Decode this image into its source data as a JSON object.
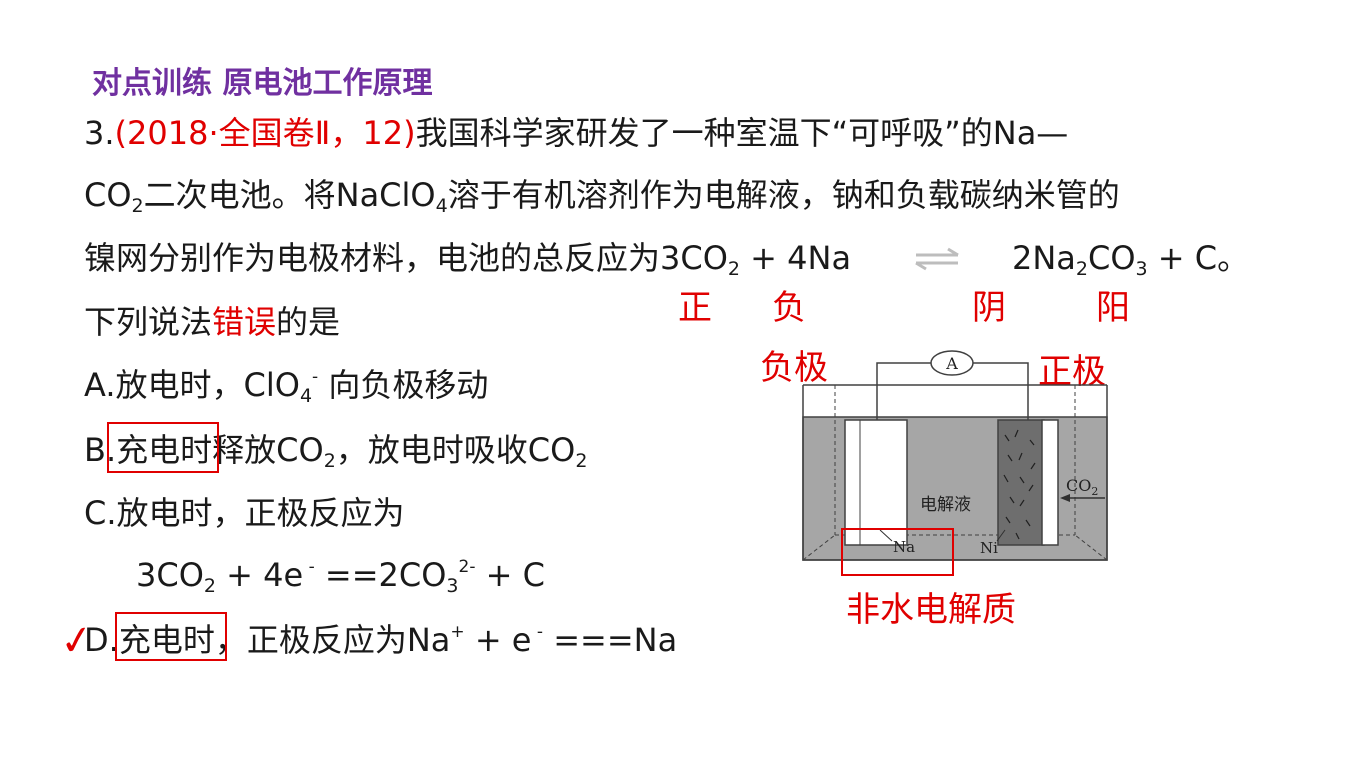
{
  "header": {
    "title": "对点训练    原电池工作原理"
  },
  "question": {
    "number": "3.",
    "source": "(2018·全国卷Ⅱ，12)",
    "stem_l1": "我国科学家研发了一种室温下“可呼吸”的Na—",
    "stem_l2_a": "CO",
    "stem_l2_sub": "2",
    "stem_l2_b": "二次电池。将NaClO",
    "stem_l2_sub2": "4",
    "stem_l2_c": "溶于有机溶剂作为电解液，钠和负载碳纳米管的",
    "stem_l3_a": "镍网分别作为电极材料，电池的总反应为3CO",
    "stem_l3_sub": "2",
    "stem_l3_b": " + 4Na",
    "stem_l3_c": "2Na",
    "stem_l3_sub2": "2",
    "stem_l3_d": "CO",
    "stem_l3_sub3": "3",
    "stem_l3_e": " + C。",
    "stem_l4_a": "下列说法",
    "stem_l4_emph": "错误",
    "stem_l4_b": "的是"
  },
  "options": {
    "a_pre": "A.放电时，ClO",
    "a_sub": "4",
    "a_sup": "-",
    "a_post": " 向负极移动",
    "b_pre": "B.",
    "b_box": "充电时",
    "b_mid": "释放CO",
    "b_sub": "2",
    "b_mid2": "，放电时吸收CO",
    "b_sub2": "2",
    "c_line": "C.放电时，正极反应为",
    "c_eq_a": "3CO",
    "c_eq_sub": "2",
    "c_eq_b": " + 4e",
    "c_eq_sup": " -",
    "c_eq_c": " ==2CO",
    "c_eq_sub2": "3",
    "c_eq_sup2": "2-",
    "c_eq_d": "  + C",
    "d_pre": "D.",
    "d_box": "充电时",
    "d_post": "，正极反应为Na",
    "d_sup": "+",
    "d_post2": " + e",
    "d_sup2": " -",
    "d_post3": " ===Na"
  },
  "annotations": {
    "zheng": "正",
    "fu": "负",
    "yin": "阴",
    "yang": "阳",
    "fuji": "负极",
    "zhengji": "正极",
    "feishui": "非水电解质",
    "check": "✓"
  },
  "diagram": {
    "ammeter": "A",
    "electrolyte": "电解液",
    "co2": "CO",
    "co2_sub": "2",
    "na": "Na",
    "ni": "Ni"
  },
  "colors": {
    "title": "#7030a0",
    "annotation": "#e00000",
    "electrolyte_fill": "#a6a6a6"
  }
}
